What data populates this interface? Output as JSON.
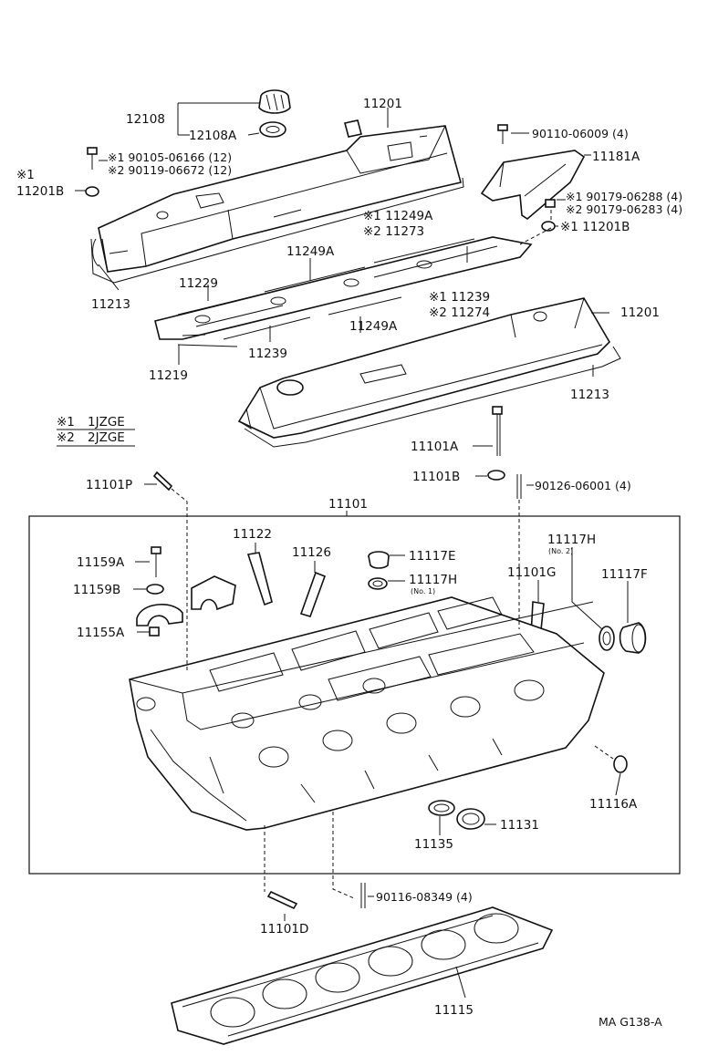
{
  "diagram": {
    "reference_code": "MA G138-A",
    "legend": [
      {
        "mark": "※1",
        "engine": "1JZGE"
      },
      {
        "mark": "※2",
        "engine": "2JZGE"
      }
    ],
    "labels": {
      "p12108": "12108",
      "p12108A": "12108A",
      "p11201_top": "11201",
      "p11201_right": "11201",
      "p90110": "90110-06009 (4)",
      "p11181A": "11181A",
      "p90105": "※1 90105-06166 (12)",
      "p90119": "※2 90119-06672 (12)",
      "p11201B_left_mark": "※1",
      "p11201B_left": "11201B",
      "p90179a": "※1 90179-06288 (4)",
      "p90179b": "※2 90179-06283 (4)",
      "p11201B_right": "※1 11201B",
      "p11249A_mark": "※1 11249A",
      "p11273": "※2 11273",
      "p11249A_a": "11249A",
      "p11229": "11229",
      "p11239_mark": "※1 11239",
      "p11274": "※2 11274",
      "p11249A_b": "11249A",
      "p11239": "11239",
      "p11213_left": "11213",
      "p11219": "11219",
      "p11213_right": "11213",
      "p11101A": "11101A",
      "p11101B": "11101B",
      "p90126": "90126-06001 (4)",
      "p11101P": "11101P",
      "p11101": "11101",
      "p11122": "11122",
      "p11126": "11126",
      "p11117E": "11117E",
      "p11117H_no1": "11117H",
      "no1": "(No. 1)",
      "p11101G": "11101G",
      "p11117H_no2": "11117H",
      "no2": "(No. 2)",
      "p11117F": "11117F",
      "p11159A": "11159A",
      "p11159B": "11159B",
      "p11155A": "11155A",
      "p11116A": "11116A",
      "p11135": "11135",
      "p11131": "11131",
      "p90116": "90116-08349 (4)",
      "p11101D": "11101D",
      "p11115": "11115"
    }
  }
}
